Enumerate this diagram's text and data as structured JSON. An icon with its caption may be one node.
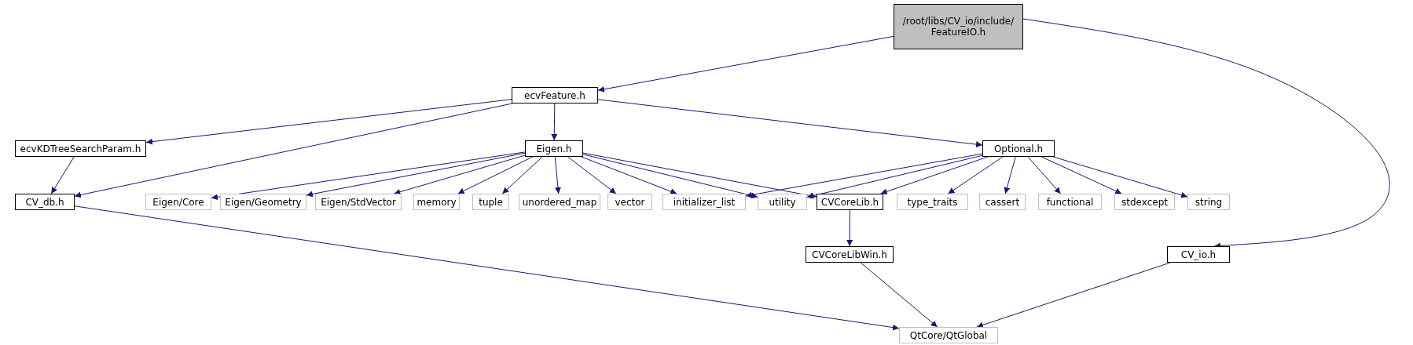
{
  "diagram": {
    "nodes": [
      {
        "text": [
          "/root/libs/CV_io/include/FeatureIO.h"
        ]
      },
      {
        "text": [
          "ecvFeature.h"
        ]
      },
      {
        "text": [
          "ecvKDTreeSearchParam.h"
        ]
      },
      {
        "text": [
          "Eigen.h"
        ]
      },
      {
        "text": [
          "Optional.h"
        ]
      },
      {
        "text": [
          "CV_db.h"
        ]
      },
      {
        "text": [
          "Eigen/Core"
        ]
      },
      {
        "text": [
          "Eigen/Geometry"
        ]
      },
      {
        "text": [
          "Eigen/StdVector"
        ]
      },
      {
        "text": [
          "memory"
        ]
      },
      {
        "text": [
          "tuple"
        ]
      },
      {
        "text": [
          "unordered_map"
        ]
      },
      {
        "text": [
          "vector"
        ]
      },
      {
        "text": [
          "initializer_list"
        ]
      },
      {
        "text": [
          "utility"
        ]
      },
      {
        "text": [
          "CVCoreLib.h"
        ]
      },
      {
        "text": [
          "type_traits"
        ]
      },
      {
        "text": [
          "cassert"
        ]
      },
      {
        "text": [
          "functional"
        ]
      },
      {
        "text": [
          "stdexcept"
        ]
      },
      {
        "text": [
          "string"
        ]
      },
      {
        "text": [
          "CVCoreLibWin.h"
        ]
      },
      {
        "text": [
          "CV_io.h"
        ]
      },
      {
        "text": [
          "QtCore/QtGlobal"
        ]
      }
    ],
    "edges": [
      {
        "from": 0,
        "to": 1,
        "arrow": "to"
      },
      {
        "from": 0,
        "to": 22,
        "arrow": "to"
      },
      {
        "from": 1,
        "to": 2,
        "arrow": "to"
      },
      {
        "from": 1,
        "to": 5,
        "arrow": "to"
      },
      {
        "from": 1,
        "to": 3,
        "arrow": "to"
      },
      {
        "from": 1,
        "to": 4,
        "arrow": "to"
      },
      {
        "from": 2,
        "to": 5,
        "arrow": "to"
      },
      {
        "from": 3,
        "to": 6,
        "arrow": "to"
      },
      {
        "from": 3,
        "to": 7,
        "arrow": "to"
      },
      {
        "from": 3,
        "to": 8,
        "arrow": "to"
      },
      {
        "from": 3,
        "to": 9,
        "arrow": "to"
      },
      {
        "from": 3,
        "to": 10,
        "arrow": "to"
      },
      {
        "from": 3,
        "to": 11,
        "arrow": "to"
      },
      {
        "from": 3,
        "to": 12,
        "arrow": "to"
      },
      {
        "from": 3,
        "to": 13,
        "arrow": "to"
      },
      {
        "from": 3,
        "to": 14,
        "arrow": "to"
      },
      {
        "from": 3,
        "to": 15,
        "arrow": "to"
      },
      {
        "from": 4,
        "to": 13,
        "arrow": "to"
      },
      {
        "from": 4,
        "to": 14,
        "arrow": "to"
      },
      {
        "from": 4,
        "to": 15,
        "arrow": "to"
      },
      {
        "from": 4,
        "to": 16,
        "arrow": "to"
      },
      {
        "from": 4,
        "to": 17,
        "arrow": "to"
      },
      {
        "from": 4,
        "to": 18,
        "arrow": "to"
      },
      {
        "from": 4,
        "to": 19,
        "arrow": "to"
      },
      {
        "from": 4,
        "to": 20,
        "arrow": "to"
      },
      {
        "from": 15,
        "to": 21,
        "arrow": "to"
      },
      {
        "from": 21,
        "to": 23,
        "arrow": "to"
      },
      {
        "from": 5,
        "to": 23,
        "arrow": "to"
      },
      {
        "from": 22,
        "to": 23,
        "arrow": "to"
      }
    ]
  }
}
